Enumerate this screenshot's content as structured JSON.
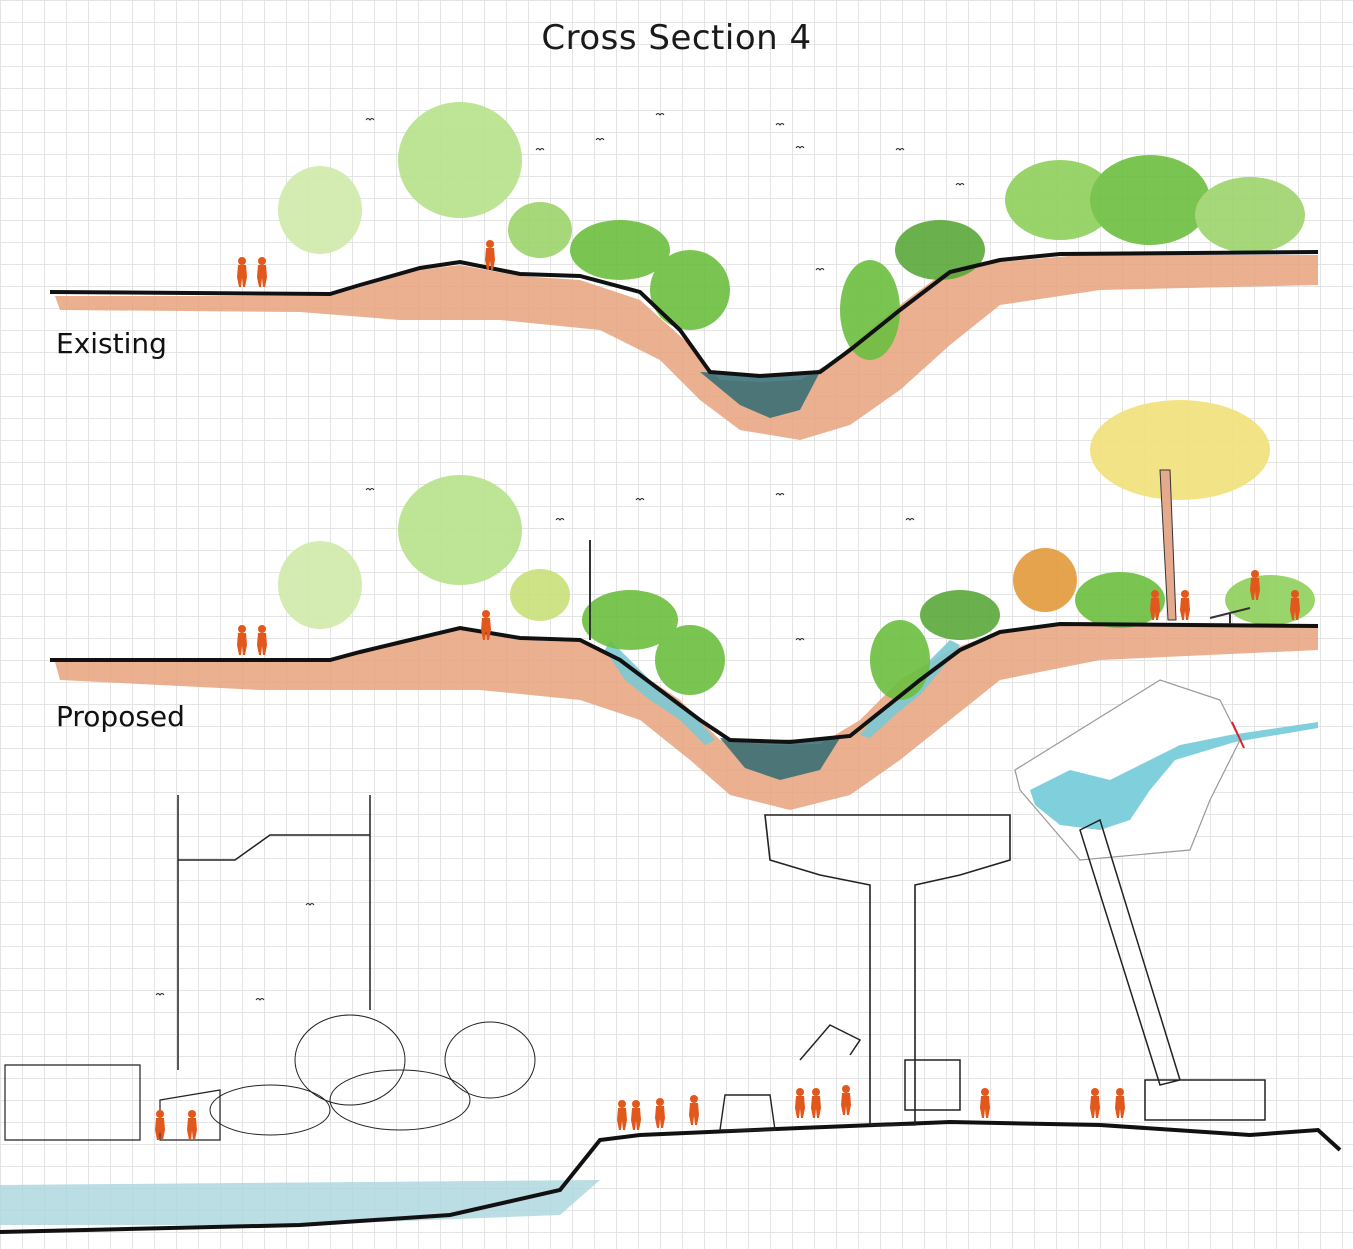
{
  "title": "Cross Section 4",
  "sections": [
    {
      "id": "existing",
      "label": "Existing"
    },
    {
      "id": "proposed",
      "label": "Proposed"
    },
    {
      "id": "sketch",
      "label": ""
    }
  ],
  "colors": {
    "soil": "#e8a27c",
    "soil_dark": "#d6895f",
    "water": "#2f6b73",
    "water_light": "#7cc9d3",
    "foliage_light": "#b6e28a",
    "foliage_mid": "#6cbf3f",
    "foliage_dark": "#2f8a2b",
    "people": "#e2571b",
    "ground_line": "#111111",
    "key_plan_water": "#7fd0dc",
    "section_cut_marker": "#e0202a"
  }
}
